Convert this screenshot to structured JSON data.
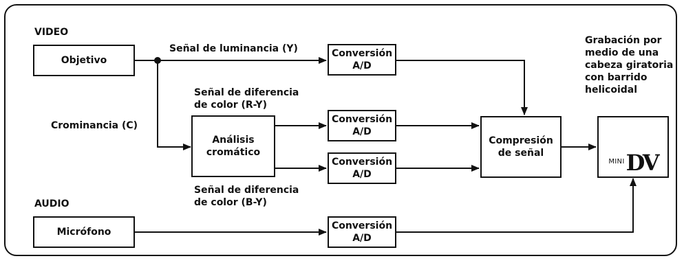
{
  "sections": {
    "video": "VIDEO",
    "audio": "AUDIO"
  },
  "blocks": {
    "objetivo": "Objetivo",
    "microfono": "Micrófono",
    "analisis": "Análisis\ncromático",
    "conv_y": "Conversión\nA/D",
    "conv_ry": "Conversión\nA/D",
    "conv_by": "Conversión\nA/D",
    "conv_audio": "Conversión\nA/D",
    "compresion": "Compresión\nde señal",
    "minidv_small": "MINI",
    "minidv_big": "DV"
  },
  "signals": {
    "luminancia": "Señal de luminancia (Y)",
    "crominancia": "Crominancia (C)",
    "dif_ry": "Señal de diferencia\nde color (R-Y)",
    "dif_by": "Señal de diferencia\nde color  (B-Y)",
    "grabacion": "Grabación por\nmedio de una\ncabeza giratoria\ncon barrido\nhelicoidal"
  }
}
